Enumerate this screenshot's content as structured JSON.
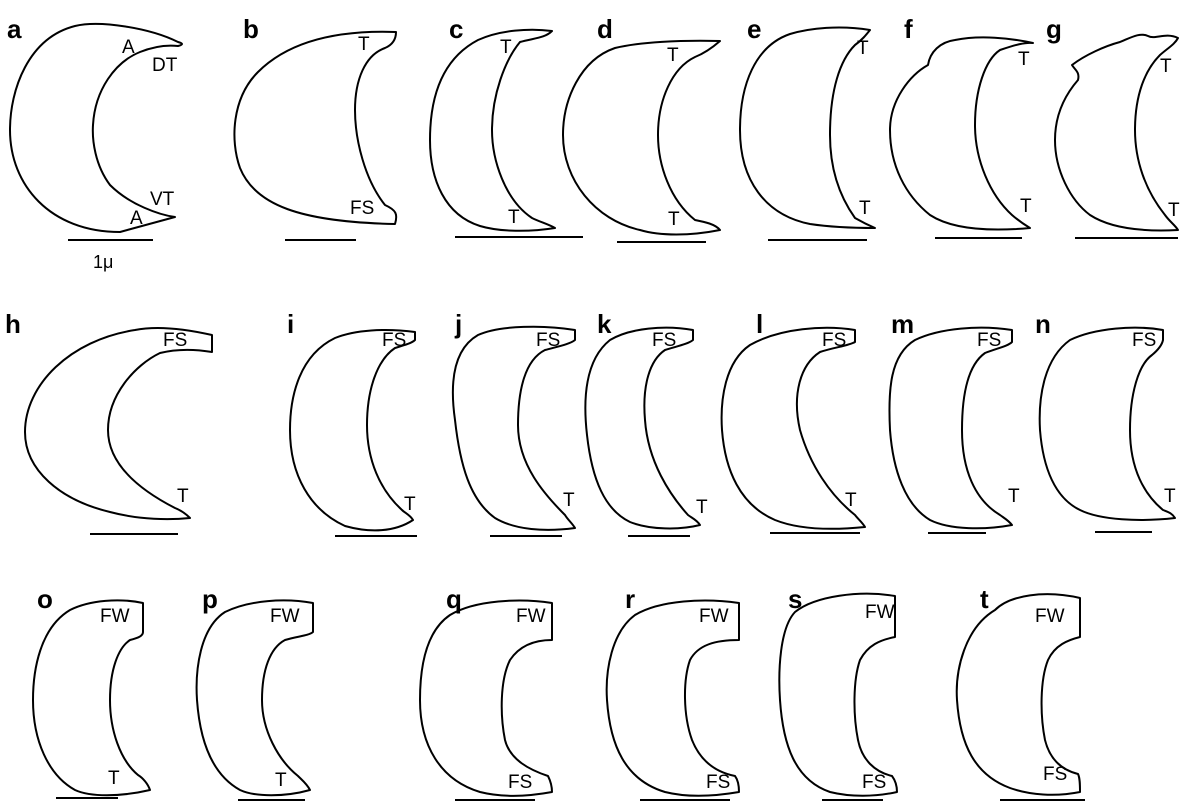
{
  "figure": {
    "scale_label": "1μ",
    "panels": [
      {
        "letter": "a",
        "labels": [
          "A",
          "DT",
          "VT",
          "A"
        ]
      },
      {
        "letter": "b",
        "labels": [
          "T",
          "FS"
        ]
      },
      {
        "letter": "c",
        "labels": [
          "T",
          "T"
        ]
      },
      {
        "letter": "d",
        "labels": [
          "T",
          "T"
        ]
      },
      {
        "letter": "e",
        "labels": [
          "T",
          "T"
        ]
      },
      {
        "letter": "f",
        "labels": [
          "T",
          "T"
        ]
      },
      {
        "letter": "g",
        "labels": [
          "T",
          "T"
        ]
      },
      {
        "letter": "h",
        "labels": [
          "FS",
          "T"
        ]
      },
      {
        "letter": "i",
        "labels": [
          "FS",
          "T"
        ]
      },
      {
        "letter": "j",
        "labels": [
          "FS",
          "T"
        ]
      },
      {
        "letter": "k",
        "labels": [
          "FS",
          "T"
        ]
      },
      {
        "letter": "l",
        "labels": [
          "FS",
          "T"
        ]
      },
      {
        "letter": "m",
        "labels": [
          "FS",
          "T"
        ]
      },
      {
        "letter": "n",
        "labels": [
          "FS",
          "T"
        ]
      },
      {
        "letter": "o",
        "labels": [
          "FW",
          "T"
        ]
      },
      {
        "letter": "p",
        "labels": [
          "FW",
          "T"
        ]
      },
      {
        "letter": "q",
        "labels": [
          "FW",
          "FS"
        ]
      },
      {
        "letter": "r",
        "labels": [
          "FW",
          "FS"
        ]
      },
      {
        "letter": "s",
        "labels": [
          "FW",
          "FS"
        ]
      },
      {
        "letter": "t",
        "labels": [
          "FW",
          "FS"
        ]
      }
    ]
  }
}
